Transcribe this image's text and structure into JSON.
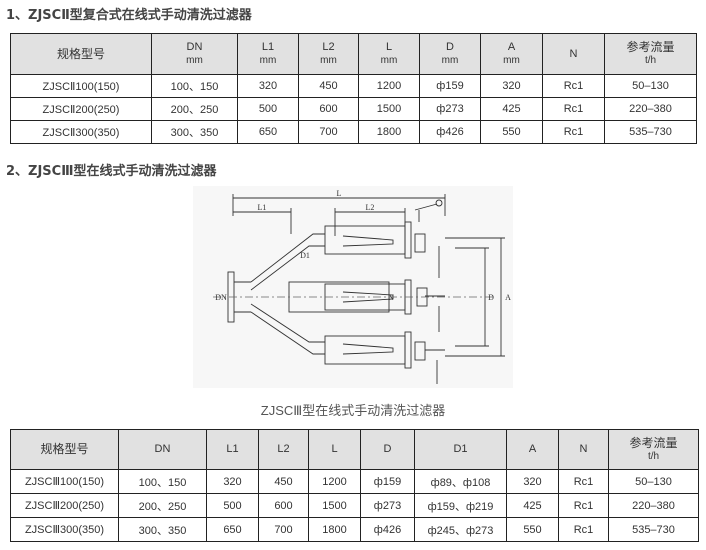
{
  "section1": {
    "title": "1、ZJSCⅡ型复合式在线式手动清洗过滤器",
    "headers": [
      {
        "label": "规格型号",
        "unit": ""
      },
      {
        "label": "DN",
        "unit": "mm"
      },
      {
        "label": "L1",
        "unit": "mm"
      },
      {
        "label": "L2",
        "unit": "mm"
      },
      {
        "label": "L",
        "unit": "mm"
      },
      {
        "label": "D",
        "unit": "mm"
      },
      {
        "label": "A",
        "unit": "mm"
      },
      {
        "label": "N",
        "unit": ""
      },
      {
        "label": "参考流量",
        "unit": "t/h"
      }
    ],
    "rows": [
      [
        "ZJSCⅡ100(150)",
        "100、150",
        "320",
        "450",
        "1200",
        "ф159",
        "320",
        "Rc1",
        "50–130"
      ],
      [
        "ZJSCⅡ200(250)",
        "200、250",
        "500",
        "600",
        "1500",
        "ф273",
        "425",
        "Rc1",
        "220–380"
      ],
      [
        "ZJSCⅡ300(350)",
        "300、350",
        "650",
        "700",
        "1800",
        "ф426",
        "550",
        "Rc1",
        "535–730"
      ]
    ]
  },
  "section2": {
    "title": "2、ZJSCⅢ型在线式手动清洗过滤器",
    "drawing_labels": {
      "l": "L",
      "l1": "L1",
      "l2": "L2",
      "dn": "DN",
      "d1": "D1",
      "d": "D",
      "a": "A",
      "n": "N"
    },
    "caption": "ZJSCⅢ型在线式手动清洗过滤器",
    "headers": [
      {
        "label": "规格型号",
        "unit": ""
      },
      {
        "label": "DN",
        "unit": ""
      },
      {
        "label": "L1",
        "unit": ""
      },
      {
        "label": "L2",
        "unit": ""
      },
      {
        "label": "L",
        "unit": ""
      },
      {
        "label": "D",
        "unit": ""
      },
      {
        "label": "D1",
        "unit": ""
      },
      {
        "label": "A",
        "unit": ""
      },
      {
        "label": "N",
        "unit": ""
      },
      {
        "label": "参考流量",
        "unit": "t/h"
      }
    ],
    "rows": [
      [
        "ZJSCⅢ100(150)",
        "100、150",
        "320",
        "450",
        "1200",
        "ф159",
        "ф89、ф108",
        "320",
        "Rc1",
        "50–130"
      ],
      [
        "ZJSCⅢ200(250)",
        "200、250",
        "500",
        "600",
        "1500",
        "ф273",
        "ф159、ф219",
        "425",
        "Rc1",
        "220–380"
      ],
      [
        "ZJSCⅢ300(350)",
        "300、350",
        "650",
        "700",
        "1800",
        "ф426",
        "ф245、ф273",
        "550",
        "Rc1",
        "535–730"
      ]
    ]
  }
}
